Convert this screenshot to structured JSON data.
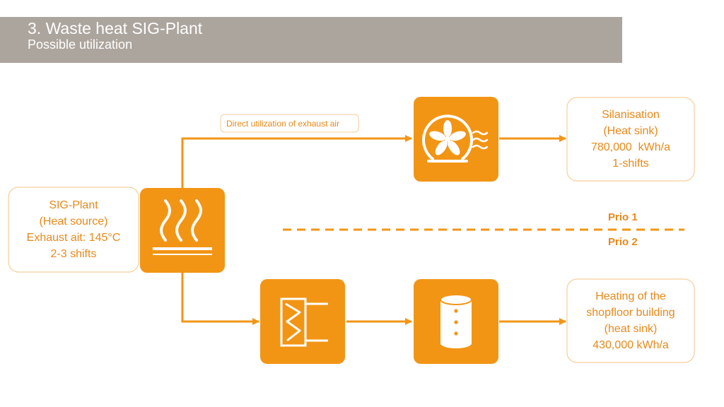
{
  "header": {
    "title": "3. Waste heat SIG-Plant",
    "subtitle": "Possible utilization"
  },
  "colors": {
    "header_bg": "#aca59d",
    "accent": "#f29515",
    "text_accent": "#e8891a"
  },
  "source": {
    "lines": [
      "SIG-Plant",
      "(Heat source)",
      "Exhaust ait: 145°C",
      "2-3 shifts"
    ]
  },
  "sink_top": {
    "lines": [
      "Silanisation",
      "(Heat sink)",
      "780,000  kWh/a",
      "1-shifts"
    ]
  },
  "sink_bottom": {
    "lines": [
      "Heating of the",
      "shopfloor building",
      "(heat sink)",
      "430,000 kWh/a"
    ]
  },
  "edge_label": "Direct utilization of exhaust air",
  "prio_1": "Prio 1",
  "prio_2": "Prio 2",
  "icons": {
    "heat_source": "heat-waves-icon",
    "fan": "fan-icon",
    "heat_exchanger": "heat-exchanger-icon",
    "storage_tank": "storage-tank-icon"
  }
}
